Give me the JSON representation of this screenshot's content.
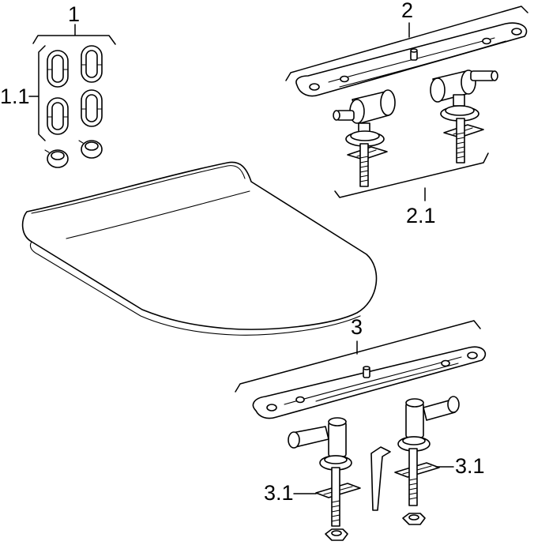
{
  "labels": {
    "part_1": "1",
    "part_1_1": "1.1",
    "part_2": "2",
    "part_2_1": "2.1",
    "part_3": "3",
    "part_3_1_left": "3.1",
    "part_3_1_right": "3.1"
  },
  "icons": {
    "toilet_seat": "toilet-seat-lid-icon",
    "buffers": "seat-buffer-icon",
    "hinge_plate_2": "hinge-plate-icon",
    "hinge_plate_3": "hinge-plate-icon",
    "hinge_bolt": "hinge-bolt-icon",
    "allen_key": "allen-key-icon",
    "nut": "nut-icon"
  },
  "colors": {
    "line": "#000000",
    "background": "#ffffff",
    "shade": "#cfcfcf"
  }
}
